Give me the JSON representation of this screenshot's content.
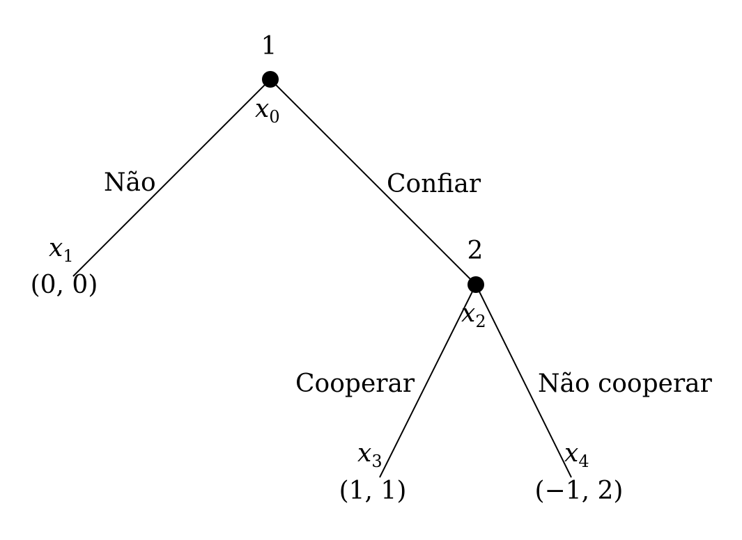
{
  "tree": {
    "nodes": [
      {
        "id": "x0",
        "symbol": "x",
        "index": "0",
        "player": "1",
        "decision": true
      },
      {
        "id": "x1",
        "symbol": "x",
        "index": "1",
        "payoff": "(0, 0)",
        "decision": false
      },
      {
        "id": "x2",
        "symbol": "x",
        "index": "2",
        "player": "2",
        "decision": true
      },
      {
        "id": "x3",
        "symbol": "x",
        "index": "3",
        "payoff": "(1, 1)",
        "decision": false
      },
      {
        "id": "x4",
        "symbol": "x",
        "index": "4",
        "payoff": "(−1, 2)",
        "decision": false
      }
    ],
    "edges": [
      {
        "from": "x0",
        "to": "x1",
        "action": "Não"
      },
      {
        "from": "x0",
        "to": "x2",
        "action": "Confiar"
      },
      {
        "from": "x2",
        "to": "x3",
        "action": "Cooperar"
      },
      {
        "from": "x2",
        "to": "x4",
        "action": "Não cooperar"
      }
    ]
  },
  "colors": {
    "ink": "#000000",
    "background": "#ffffff"
  }
}
